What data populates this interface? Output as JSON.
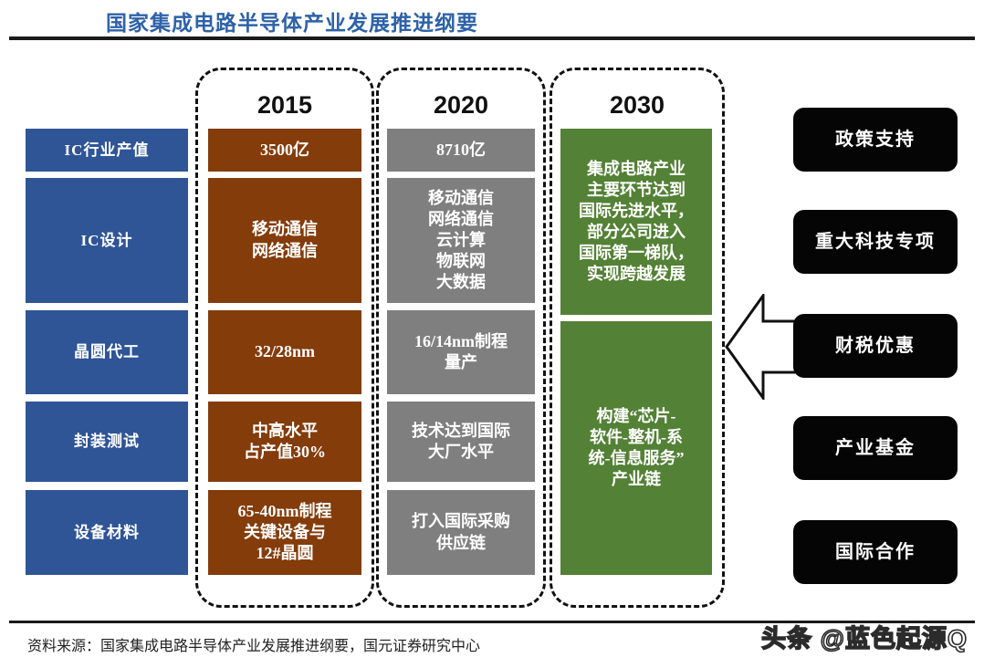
{
  "header": {
    "title": "国家集成电路半导体产业发展推进纲要"
  },
  "row_labels": [
    {
      "label": "IC行业产值"
    },
    {
      "label": "IC设计"
    },
    {
      "label": "晶圆代工"
    },
    {
      "label": "封装测试"
    },
    {
      "label": "设备材料"
    }
  ],
  "columns": [
    {
      "year": "2015",
      "color": "#843C0B",
      "cells": [
        "3500亿",
        "移动通信\n网络通信",
        "32/28nm",
        "中高水平\n占产值30%",
        "65-40nm制程\n关键设备与\n12#晶圆"
      ]
    },
    {
      "year": "2020",
      "color": "#7F7F7F",
      "cells": [
        "8710亿",
        "移动通信\n网络通信\n云计算\n物联网\n大数据",
        "16/14nm制程\n量产",
        "技术达到国际\n大厂水平",
        "打入国际采购\n供应链"
      ]
    },
    {
      "year": "2030",
      "color": "#538135",
      "cells": [
        "集成电路产业\n主要环节达到\n国际先进水平，\n部分公司进入\n国际第一梯队，\n实现跨越发展",
        "构建“芯片-\n软件-整机-系\n统-信息服务”\n产业链"
      ]
    }
  ],
  "pillars": [
    {
      "label": "政策支持"
    },
    {
      "label": "重大科技专项"
    },
    {
      "label": "财税优惠"
    },
    {
      "label": "产业基金"
    },
    {
      "label": "国际合作"
    }
  ],
  "arrow": {
    "direction": "left",
    "fill": "#ffffff",
    "stroke": "#111111"
  },
  "footer": {
    "source": "资料来源：国家集成电路半导体产业发展推进纲要，国元证券研究中心",
    "watermark": "头条 @蓝色起源Q"
  },
  "palette": {
    "title_blue": "#2E62A8",
    "label_blue": "#2F5597",
    "brown": "#843C0B",
    "gray": "#7F7F7F",
    "green": "#538135",
    "black": "#050505"
  }
}
